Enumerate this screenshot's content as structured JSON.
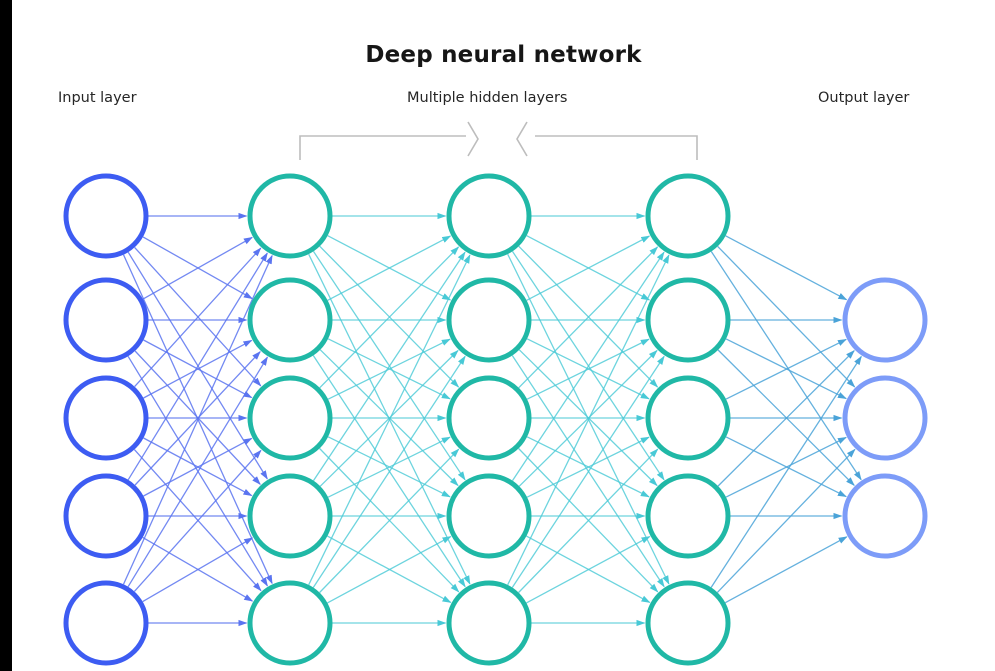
{
  "title": "Deep neural network",
  "labels": {
    "input": "Input layer",
    "hidden": "Multiple hidden layers",
    "output": "Output layer"
  },
  "layers": [
    {
      "role": "input",
      "nodes": 5,
      "color": "#3d5cf2"
    },
    {
      "role": "hidden",
      "nodes": 5,
      "color": "#20b8a6"
    },
    {
      "role": "hidden",
      "nodes": 5,
      "color": "#20b8a6"
    },
    {
      "role": "hidden",
      "nodes": 5,
      "color": "#20b8a6"
    },
    {
      "role": "output",
      "nodes": 3,
      "color": "#7d9cf8"
    }
  ],
  "connection_colors": {
    "input_to_hidden": "#5a74f0",
    "hidden_to_hidden": "#48c9d6",
    "hidden_to_output": "#4aa3d8"
  },
  "bracket_color": "#bdbdbd",
  "connectivity": "fully-connected"
}
